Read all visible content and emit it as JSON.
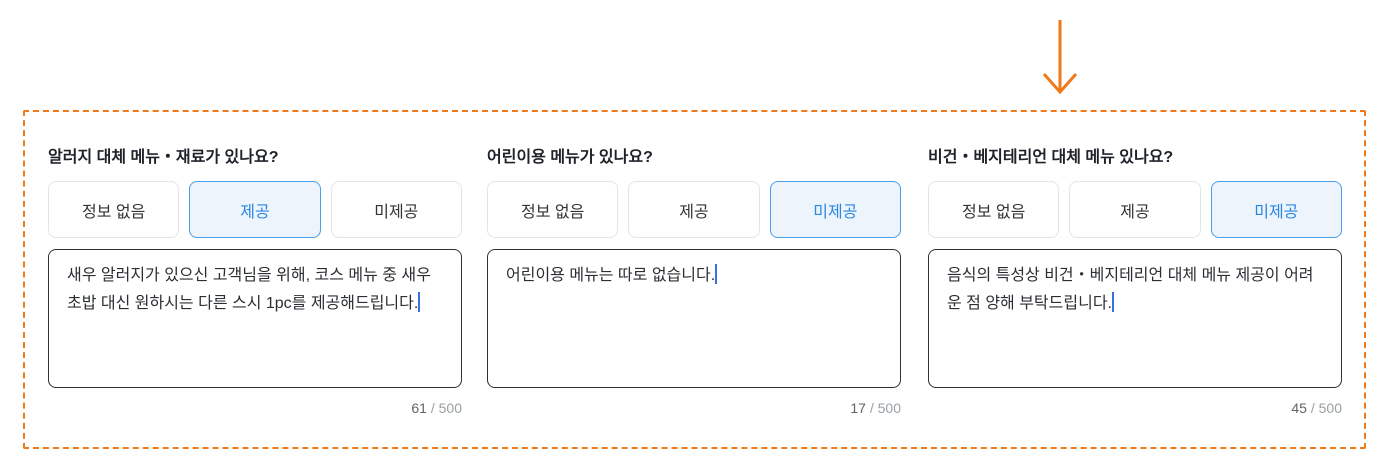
{
  "colors": {
    "accent": "#2a86e4",
    "highlight": "#f07a1a"
  },
  "indicator": {
    "icon": "arrow-down-icon"
  },
  "questions": [
    {
      "title": "알러지 대체 메뉴・재료가 있나요?",
      "options": [
        "정보 없음",
        "제공",
        "미제공"
      ],
      "selected": "제공",
      "text": "새우 알러지가 있으신 고객님을 위해, 코스 메뉴 중 새우초밥 대신 원하시는 다른 스시 1pc를 제공해드립니다.",
      "count": "61",
      "max": "/ 500"
    },
    {
      "title": "어린이용 메뉴가 있나요?",
      "options": [
        "정보 없음",
        "제공",
        "미제공"
      ],
      "selected": "미제공",
      "text": "어린이용 메뉴는 따로 없습니다.",
      "count": "17",
      "max": "/ 500"
    },
    {
      "title": "비건・베지테리언 대체 메뉴 있나요?",
      "options": [
        "정보 없음",
        "제공",
        "미제공"
      ],
      "selected": "미제공",
      "text": "음식의 특성상 비건・베지테리언 대체 메뉴 제공이 어려운 점 양해 부탁드립니다.",
      "count": "45",
      "max": "/ 500"
    }
  ]
}
